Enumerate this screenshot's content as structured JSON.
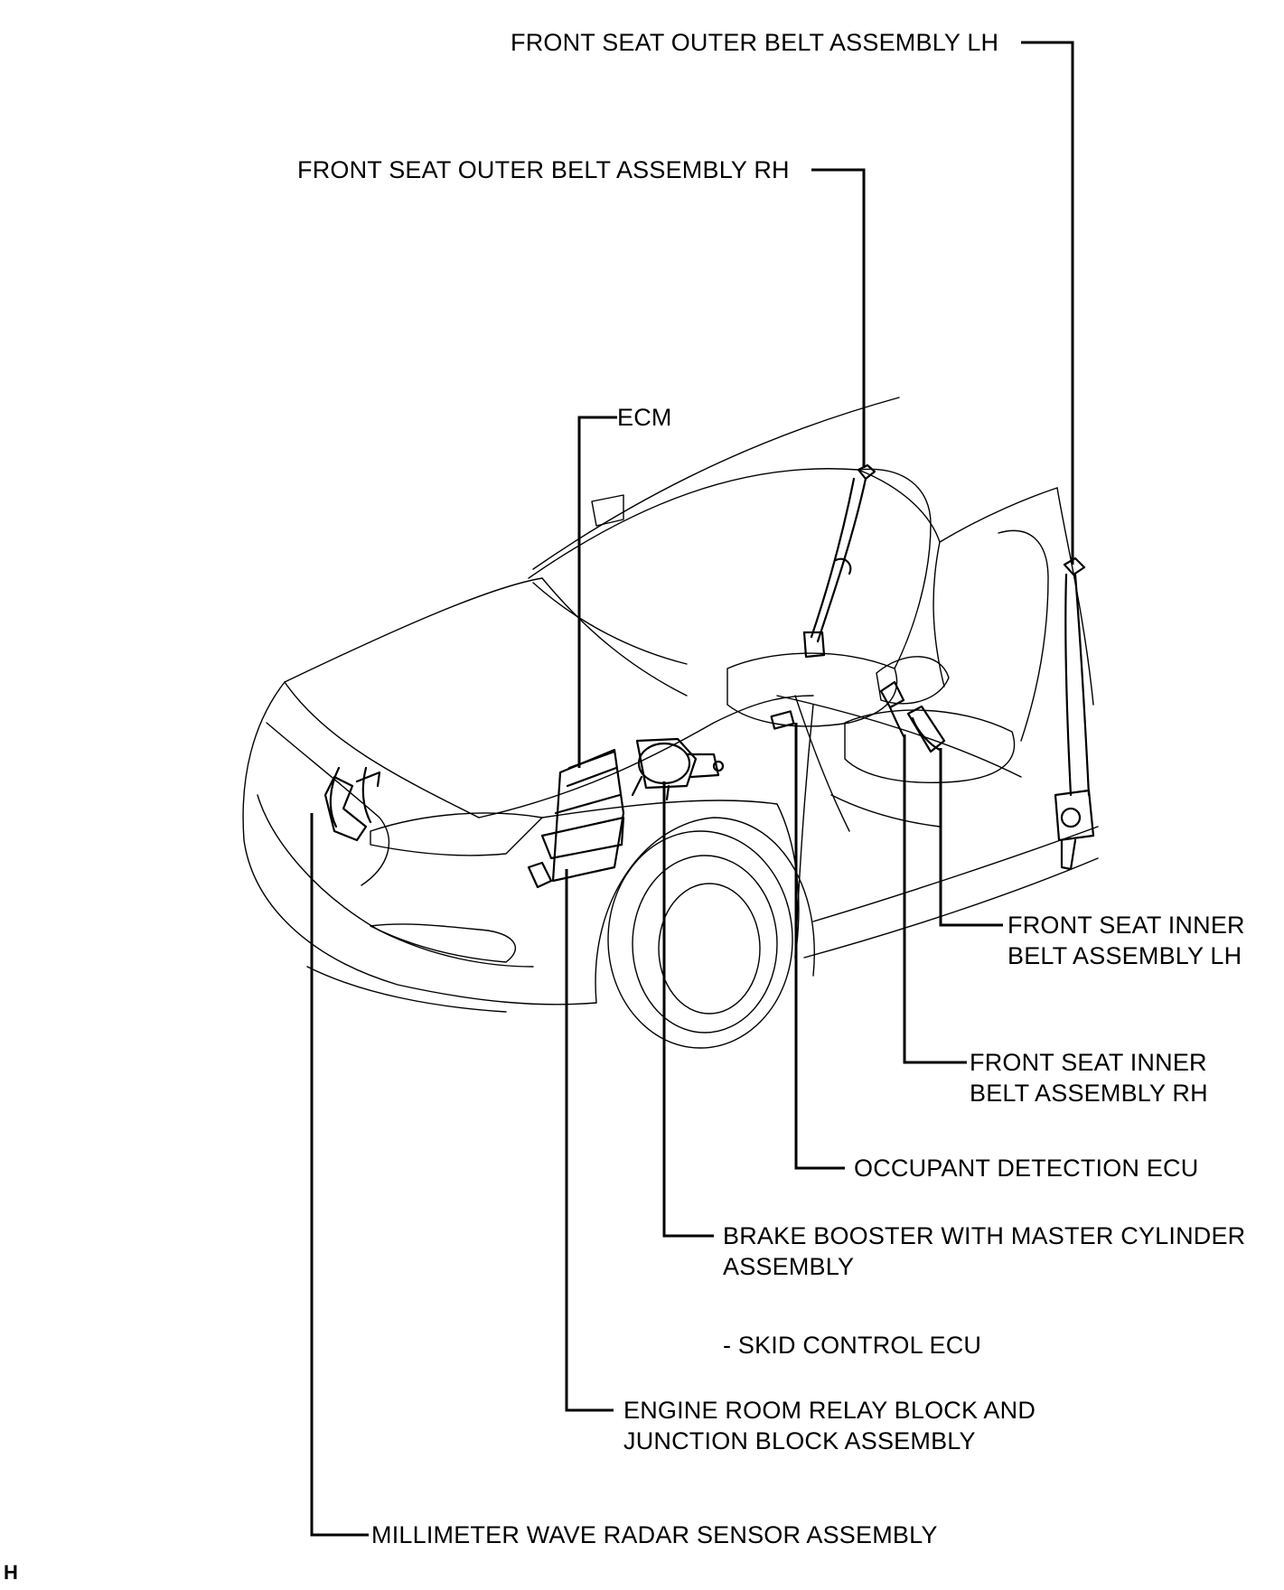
{
  "labels": {
    "front_seat_outer_belt_lh": "FRONT SEAT OUTER BELT ASSEMBLY  LH",
    "front_seat_outer_belt_rh": "FRONT SEAT OUTER BELT ASSEMBLY RH",
    "ecm": "ECM",
    "front_seat_inner_belt_lh": [
      "FRONT SEAT INNER",
      "BELT ASSEMBLY LH"
    ],
    "front_seat_inner_belt_rh": [
      "FRONT SEAT INNER",
      "BELT ASSEMBLY RH"
    ],
    "occupant_detection_ecu": "OCCUPANT DETECTION ECU",
    "brake_booster": [
      "BRAKE BOOSTER WITH MASTER CYLINDER",
      "ASSEMBLY"
    ],
    "skid_control_ecu": "- SKID CONTROL ECU",
    "engine_room_relay_block": [
      "ENGINE ROOM RELAY BLOCK AND",
      "JUNCTION BLOCK ASSEMBLY"
    ],
    "millimeter_wave_radar": "MILLIMETER WAVE RADAR SENSOR ASSEMBLY"
  },
  "corner_mark": "H"
}
